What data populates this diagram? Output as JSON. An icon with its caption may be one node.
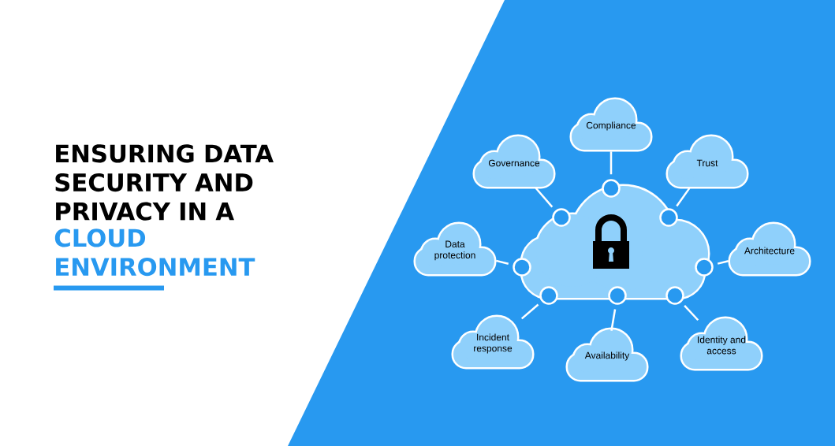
{
  "diagram": {
    "title": "ENSURING DATA SECURITY AND PRIVACY IN A",
    "nodes": [
      {
        "text": [],
        "shape": "cloud"
      },
      {
        "text": [],
        "shape": "circle"
      },
      {
        "text": [],
        "shape": "circle"
      },
      {
        "text": [],
        "shape": "circle"
      },
      {
        "text": [],
        "shape": "circle"
      },
      {
        "text": [],
        "shape": "circle"
      },
      {
        "text": [],
        "shape": "circle"
      },
      {
        "text": [],
        "shape": "circle"
      },
      {
        "text": [],
        "shape": "circle"
      },
      {
        "text": [
          "Compliance"
        ]
      },
      {
        "text": [
          "Governance"
        ]
      },
      {
        "text": [
          "Trust"
        ]
      },
      {
        "text": [
          "Data protection"
        ]
      },
      {
        "text": [
          "Architecture"
        ]
      },
      {
        "text": [
          "Incident response"
        ]
      },
      {
        "text": [
          "Availability"
        ]
      },
      {
        "text": [
          "Identity and access"
        ]
      }
    ],
    "edges": [
      {
        "from": 1,
        "to": 9,
        "arrow": "none"
      },
      {
        "from": 2,
        "to": 10,
        "arrow": "none"
      },
      {
        "from": 3,
        "to": 11,
        "arrow": "none"
      },
      {
        "from": 4,
        "to": 12,
        "arrow": "none"
      },
      {
        "from": 5,
        "to": 13,
        "arrow": "none"
      },
      {
        "from": 6,
        "to": 14,
        "arrow": "none"
      },
      {
        "from": 7,
        "to": 15,
        "arrow": "none"
      },
      {
        "from": 8,
        "to": 16,
        "arrow": "none"
      }
    ],
    "labels": [
      "CLOUD ENVIRONMENT"
    ]
  }
}
